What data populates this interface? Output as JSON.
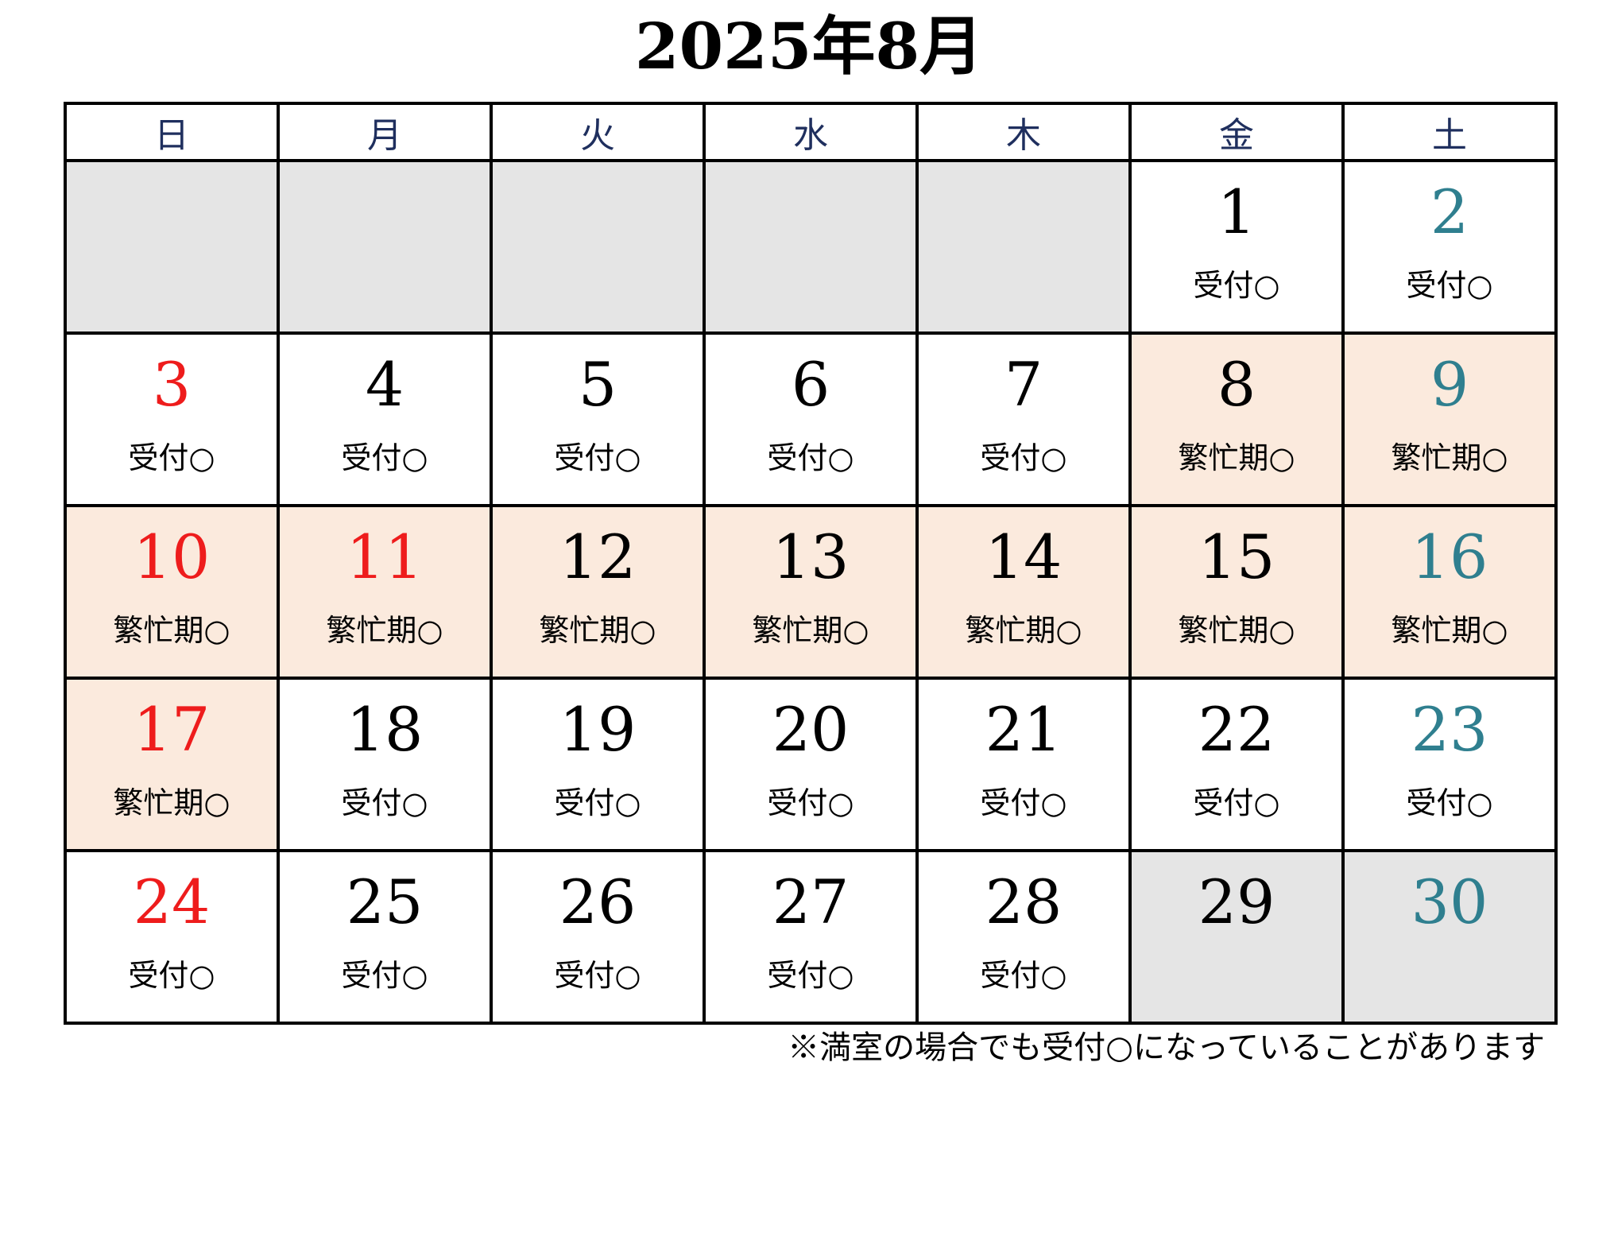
{
  "title": "2025年8月",
  "weekdays": [
    "日",
    "月",
    "火",
    "水",
    "木",
    "金",
    "土"
  ],
  "days": {
    "1": "1",
    "2": "2",
    "3": "3",
    "4": "4",
    "5": "5",
    "6": "6",
    "7": "7",
    "8": "8",
    "9": "9",
    "10": "10",
    "11": "11",
    "12": "12",
    "13": "13",
    "14": "14",
    "15": "15",
    "16": "16",
    "17": "17",
    "18": "18",
    "19": "19",
    "20": "20",
    "21": "21",
    "22": "22",
    "23": "23",
    "24": "24",
    "25": "25",
    "26": "26",
    "27": "27",
    "28": "28",
    "29": "29",
    "30": "30"
  },
  "status": {
    "1": "受付○",
    "2": "受付○",
    "3": "受付○",
    "4": "受付○",
    "5": "受付○",
    "6": "受付○",
    "7": "受付○",
    "8": "繁忙期○",
    "9": "繁忙期○",
    "10": "繁忙期○",
    "11": "繁忙期○",
    "12": "繁忙期○",
    "13": "繁忙期○",
    "14": "繁忙期○",
    "15": "繁忙期○",
    "16": "繁忙期○",
    "17": "繁忙期○",
    "18": "受付○",
    "19": "受付○",
    "20": "受付○",
    "21": "受付○",
    "22": "受付○",
    "23": "受付○",
    "24": "受付○",
    "25": "受付○",
    "26": "受付○",
    "27": "受付○",
    "28": "受付○"
  },
  "footnote": "※満室の場合でも受付○になっていることがあります",
  "colors": {
    "sunday": "#ee1c1c",
    "saturday": "#2f7f8f",
    "weekday_header": "#1f2f5e",
    "busy_background": "#fbeadd",
    "unavailable_background": "#e5e5e5"
  }
}
